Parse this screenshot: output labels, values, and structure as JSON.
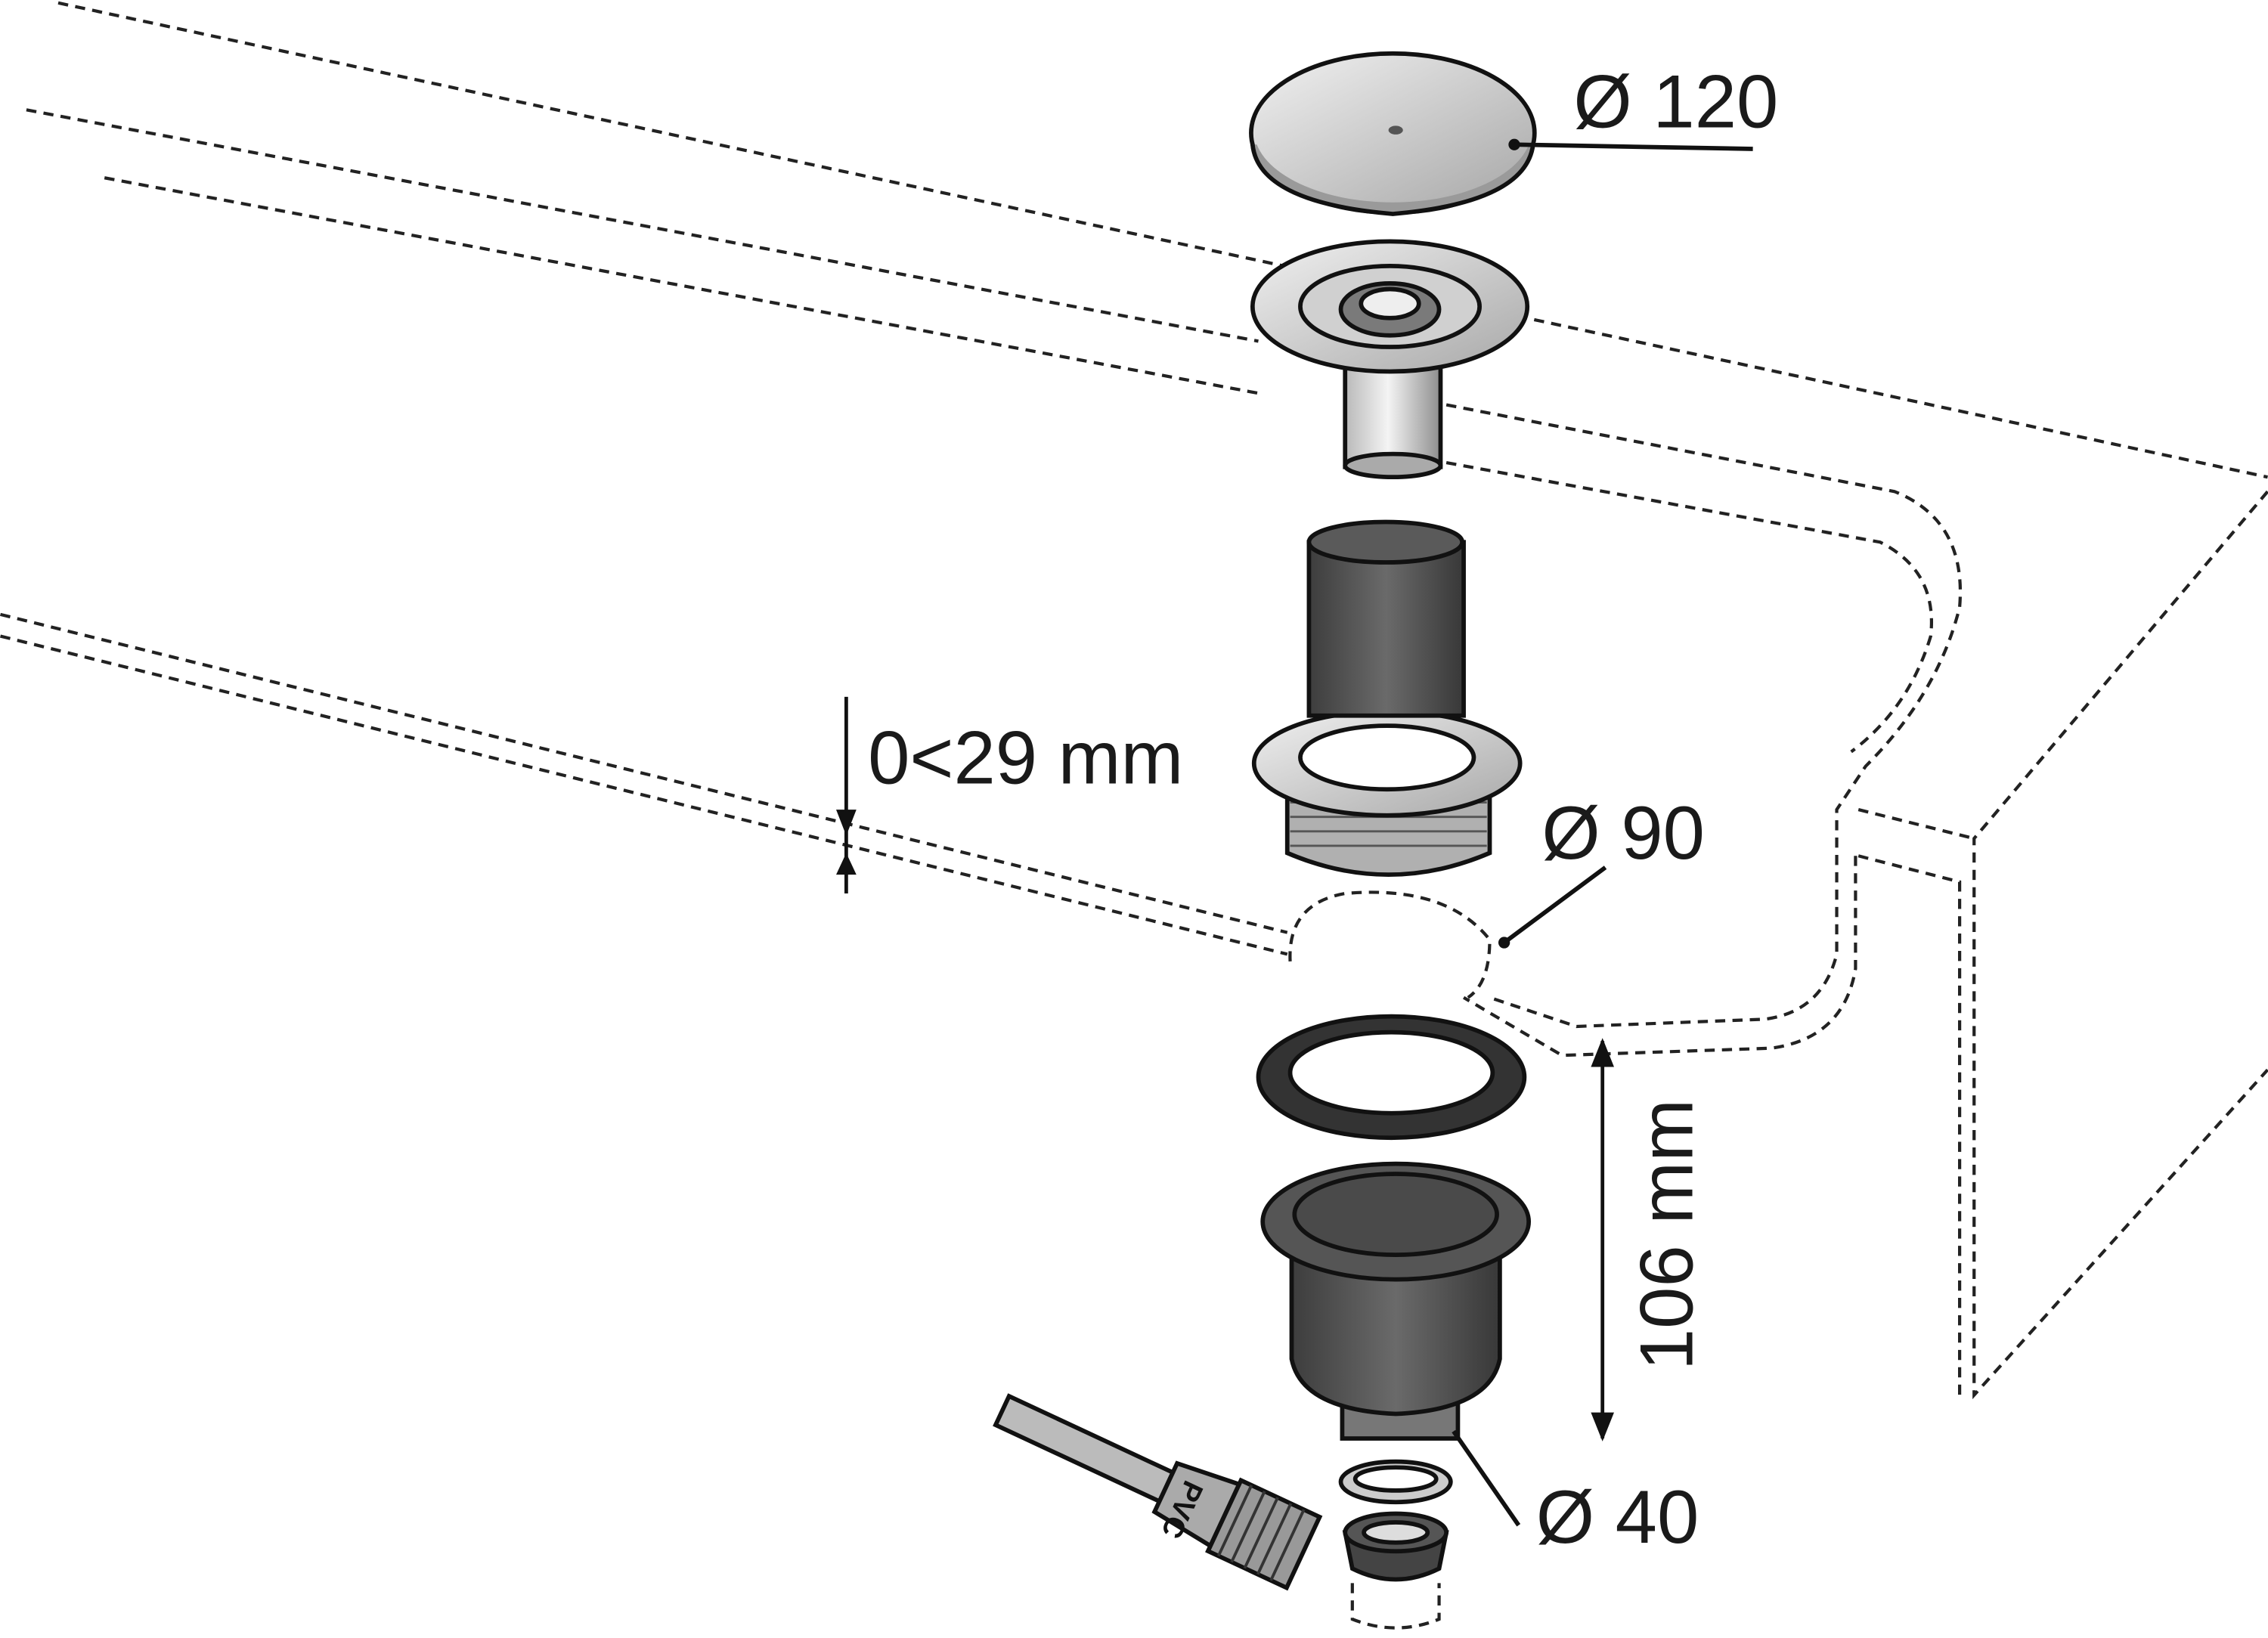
{
  "labels": {
    "cover_diameter": "Ø 120",
    "thickness_range": "0<29 mm",
    "hole_diameter": "Ø 90",
    "height": "106 mm",
    "outlet_diameter": "Ø 40",
    "brush_text": "PVC"
  },
  "colors": {
    "metal_light": "#e6e6e6",
    "metal_dark": "#8a8a8a",
    "plastic_dark": "#4a4a4a",
    "line": "#111111"
  }
}
